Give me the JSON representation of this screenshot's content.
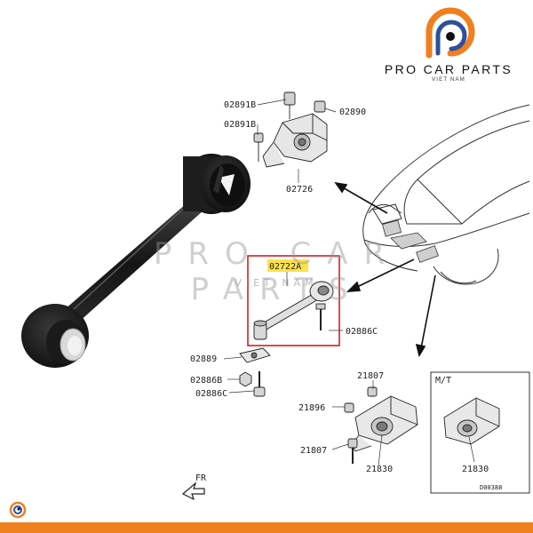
{
  "brand": {
    "name": "PRO CAR PARTS",
    "tagline": "VIET NAM",
    "orange": "#f07f1e",
    "blue": "#2e4f9e"
  },
  "watermark": {
    "text": "PRO CAR PARTS",
    "sub": "VIET NAM"
  },
  "highlight_color": "#d22020",
  "highlight_fill": "#ffe24a",
  "labels": {
    "p02891b_top": "02891B",
    "p02890": "02890",
    "p02891b_mid": "02891B",
    "p02726": "02726",
    "p02722a": "02722A",
    "p02886c_right": "02886C",
    "p02889": "02889",
    "p02886b": "02886B",
    "p02886c_left": "02886C",
    "p21807_top": "21807",
    "p21896": "21896",
    "p21807_bottom": "21807",
    "p21830_left": "21830",
    "p21830_right": "21830",
    "mt": "M/T",
    "fr": "FR",
    "code": "D00388"
  }
}
